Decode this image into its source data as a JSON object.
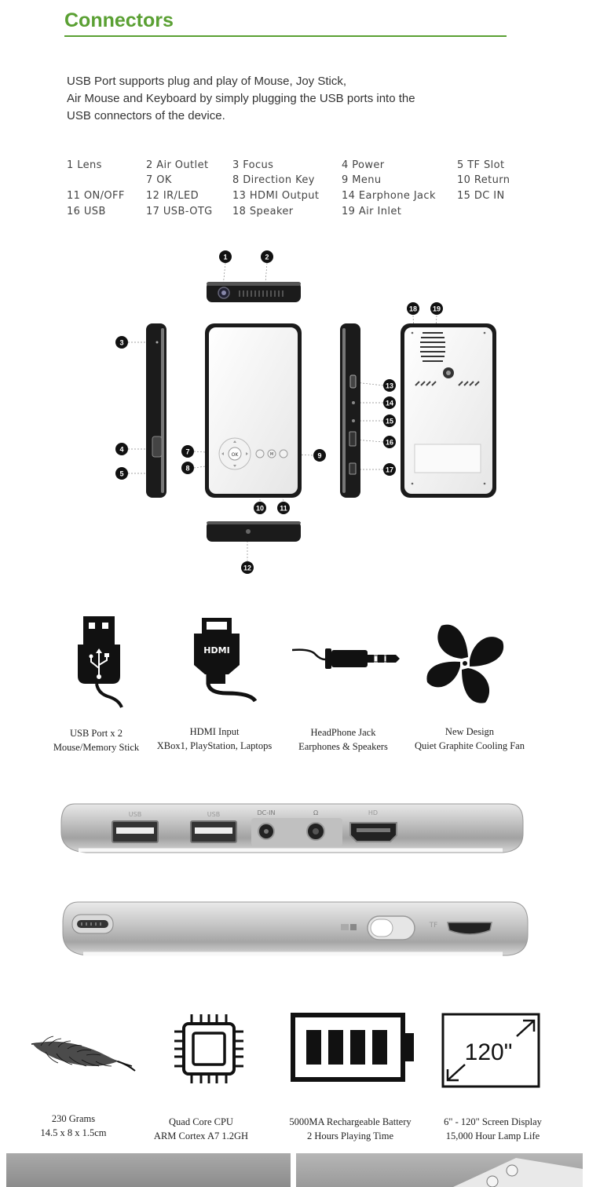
{
  "header": {
    "title": "Connectors",
    "intro_lines": [
      "USB Port supports plug and play of Mouse, Joy Stick,",
      "Air Mouse and Keyboard by simply plugging the USB ports into the",
      "USB connectors of the device."
    ]
  },
  "parts": {
    "row1": [
      "1 Lens",
      "2 Air Outlet",
      "3 Focus",
      "4 Power",
      "5 TF Slot"
    ],
    "row2": [
      "7 OK",
      "8 Direction Key",
      "9 Menu",
      "10 Return"
    ],
    "row3": [
      "11 ON/OFF",
      "12 IR/LED",
      "13 HDMI Output",
      "14 Earphone Jack",
      "15 DC IN"
    ],
    "row4": [
      "16 USB",
      "17 USB-OTG",
      "18 Speaker",
      "19 Air Inlet"
    ]
  },
  "diagram": {
    "callouts": [
      "1",
      "2",
      "3",
      "4",
      "5",
      "7",
      "8",
      "9",
      "10",
      "11",
      "12",
      "13",
      "14",
      "15",
      "16",
      "17",
      "18",
      "19"
    ],
    "button_ok": "OK",
    "button_menu": "M"
  },
  "features_top": [
    {
      "icon": "usb-icon",
      "line1": "USB Port x 2",
      "line2": "Mouse/Memory Stick"
    },
    {
      "icon": "hdmi-icon",
      "line1": "HDMI Input",
      "line2": "XBox1, PlayStation, Laptops",
      "badge": "HDMI"
    },
    {
      "icon": "headphone-jack-icon",
      "line1": "HeadPhone Jack",
      "line2": "Earphones & Speakers"
    },
    {
      "icon": "fan-icon",
      "line1": "New Design",
      "line2": "Quiet Graphite Cooling Fan"
    }
  ],
  "ports_photo": {
    "labels": [
      "USB",
      "USB",
      "DC-IN",
      "Ω",
      "HD"
    ],
    "side_label": "TF"
  },
  "features_bottom": [
    {
      "icon": "feather-icon",
      "line1": "230 Grams",
      "line2": "14.5 x 8 x 1.5cm"
    },
    {
      "icon": "cpu-icon",
      "line1": "Quad Core CPU",
      "line2": "ARM Cortex A7 1.2GH"
    },
    {
      "icon": "battery-icon",
      "line1": "5000MA Rechargeable Battery",
      "line2": "2 Hours Playing Time"
    },
    {
      "icon": "screen-size-icon",
      "line1": "6\" - 120\" Screen Display",
      "line2": "15,000 Hour Lamp Life",
      "badge": "120\""
    }
  ],
  "colors": {
    "accent": "#5aa033",
    "text": "#333333",
    "device": "#1a1a1a"
  }
}
